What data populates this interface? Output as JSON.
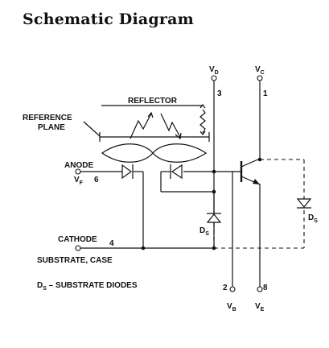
{
  "title": "Schematic Diagram",
  "labels": {
    "reflector": "REFLECTOR",
    "reference_line1": "REFERENCE",
    "reference_line2": "PLANE",
    "anode": "ANODE",
    "cathode": "CATHODE",
    "substrate_case": "SUBSTRATE, CASE",
    "legend_main": "D",
    "legend_sub": "S",
    "legend_rest": " – SUBSTRATE DIODES"
  },
  "pins": {
    "vd": {
      "main": "V",
      "sub": "D",
      "number": "3"
    },
    "vc": {
      "main": "V",
      "sub": "C",
      "number": "1"
    },
    "vf": {
      "main": "V",
      "sub": "F",
      "number": "6"
    },
    "cathode": {
      "number": "4"
    },
    "vb": {
      "main": "V",
      "sub": "B",
      "number": "2"
    },
    "ve": {
      "main": "V",
      "sub": "E",
      "number": "8"
    }
  },
  "diode_labels": {
    "ds_left": {
      "main": "D",
      "sub": "S"
    },
    "ds_right": {
      "main": "D",
      "sub": "S"
    }
  }
}
